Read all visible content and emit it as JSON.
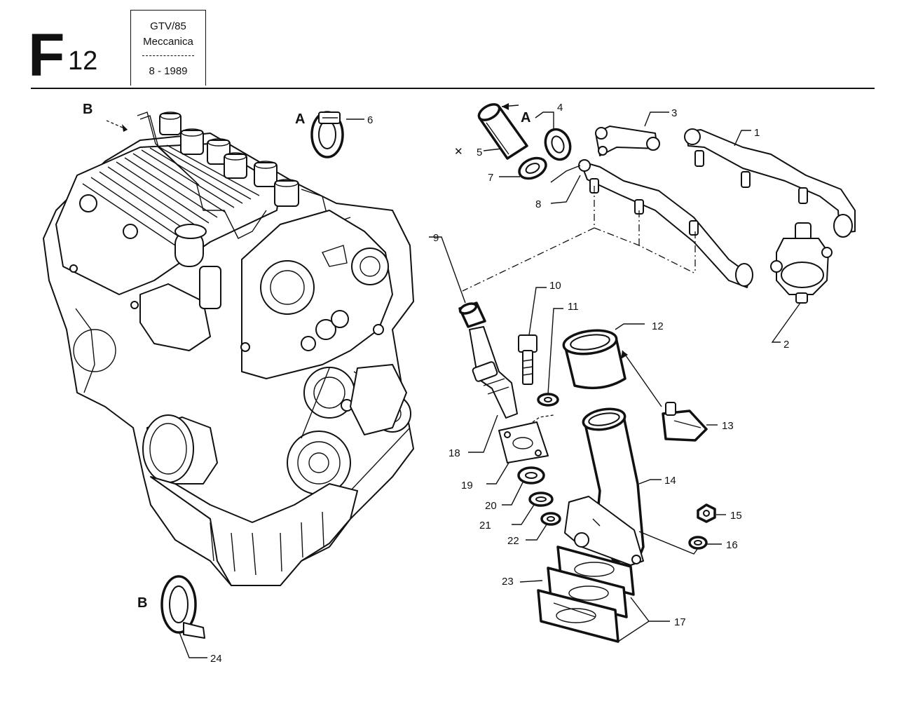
{
  "header": {
    "letter": "F",
    "number": "12",
    "model": "GTV/85",
    "section": "Meccanica",
    "date": "8 - 1989"
  },
  "callouts": {
    "A_top": "A",
    "A_hose": "A",
    "B_top": "B",
    "B_bottom": "B"
  },
  "parts": [
    {
      "ref": "1"
    },
    {
      "ref": "2"
    },
    {
      "ref": "3"
    },
    {
      "ref": "4"
    },
    {
      "ref": "5"
    },
    {
      "ref": "6"
    },
    {
      "ref": "7"
    },
    {
      "ref": "8"
    },
    {
      "ref": "9"
    },
    {
      "ref": "10"
    },
    {
      "ref": "11"
    },
    {
      "ref": "12"
    },
    {
      "ref": "13"
    },
    {
      "ref": "14"
    },
    {
      "ref": "15"
    },
    {
      "ref": "16"
    },
    {
      "ref": "17"
    },
    {
      "ref": "18"
    },
    {
      "ref": "19"
    },
    {
      "ref": "20"
    },
    {
      "ref": "21"
    },
    {
      "ref": "22"
    },
    {
      "ref": "23"
    },
    {
      "ref": "24"
    }
  ],
  "symbols": {
    "cut_mark": "✕"
  }
}
